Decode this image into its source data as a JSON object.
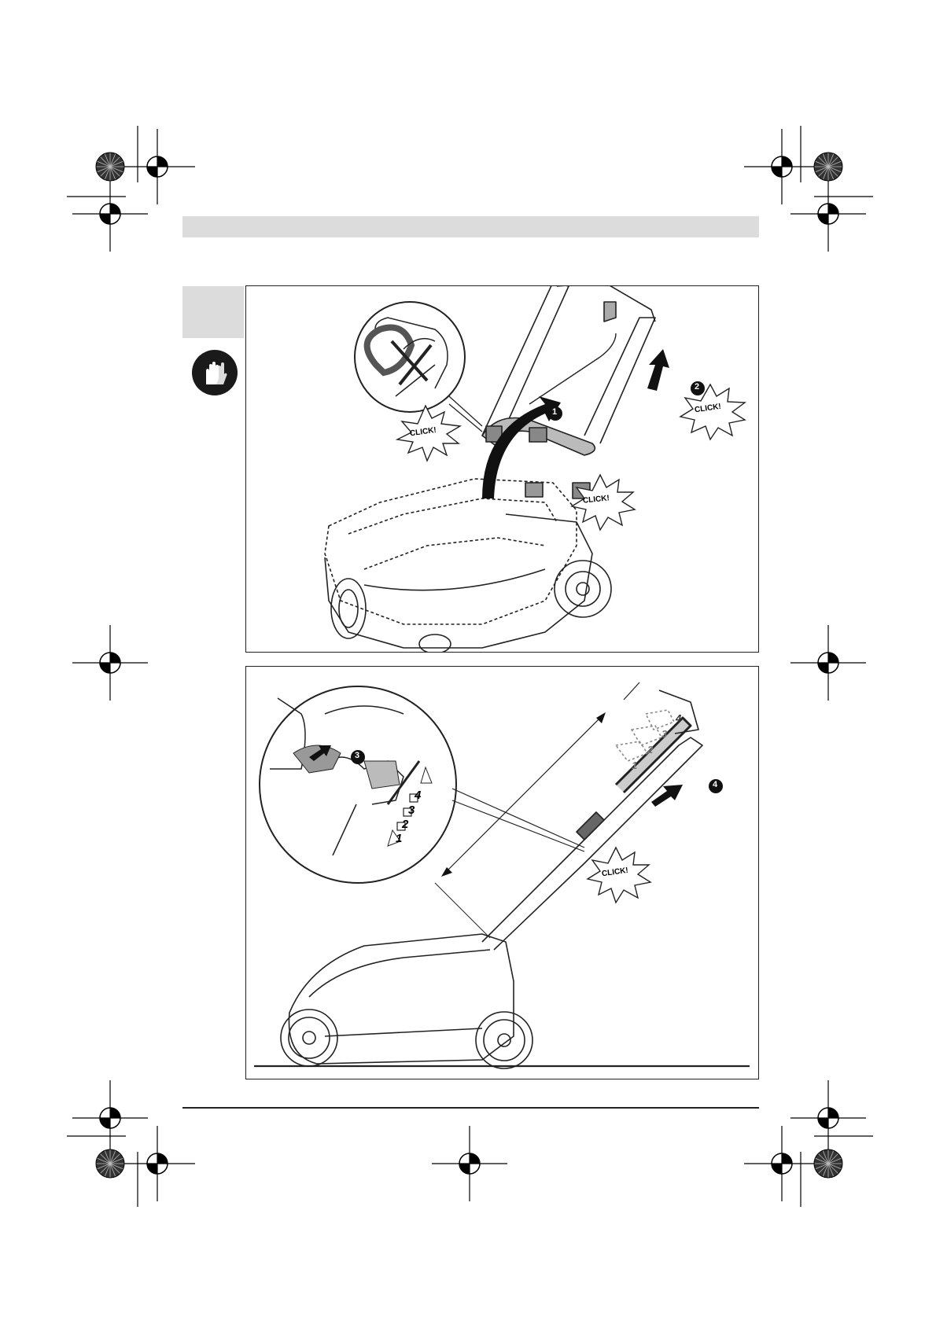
{
  "figure_1": {
    "click_labels": [
      "CLICK!",
      "CLICK!",
      "CLICK!"
    ],
    "step_numbers": [
      "1",
      "2"
    ]
  },
  "figure_2": {
    "click_labels": [
      "CLICK!"
    ],
    "step_numbers": [
      "3",
      "4"
    ],
    "height_positions": [
      "1",
      "2",
      "3",
      "4"
    ]
  },
  "icons": {
    "glove": "gloves-icon",
    "registration": "registration-mark-icon",
    "color_target": "color-calibration-target-icon"
  },
  "colors": {
    "header_bar": "#dcdcdc",
    "badge": "#1a1a1a",
    "line": "#222222"
  }
}
